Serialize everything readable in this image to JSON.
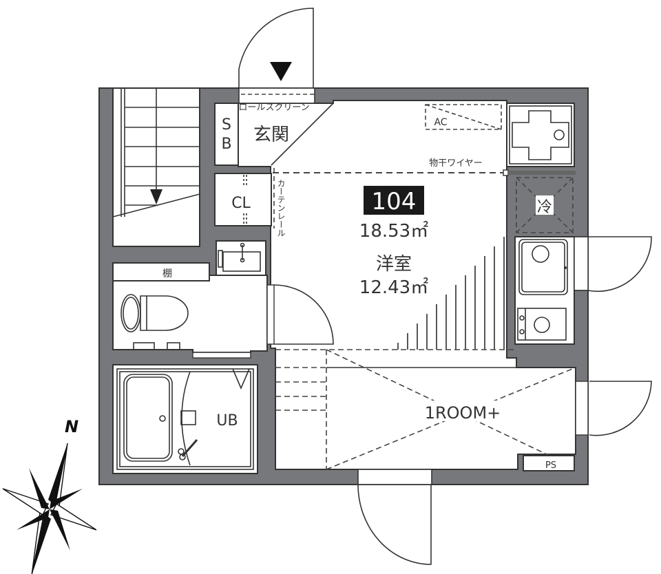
{
  "plan": {
    "unit_number": "104",
    "total_area": "18.53㎡",
    "layout_type": "1ROOM+",
    "colors": {
      "wall": "#76787b",
      "room": "#ffffff",
      "line": "#333333",
      "unit_badge_bg": "#1a1a1a",
      "unit_badge_text": "#ffffff"
    }
  },
  "rooms": {
    "main_room": {
      "name": "洋室",
      "area": "12.43㎡"
    },
    "entrance": {
      "name": "玄関",
      "note": "ロールスクリーン"
    },
    "shoe_box": {
      "name": "SB"
    },
    "closet": {
      "name": "CL"
    },
    "shelf": {
      "name": "棚"
    },
    "bath": {
      "name": "UB"
    },
    "pipe_space": {
      "name": "PS"
    },
    "loft": {
      "name": "1ROOM+"
    }
  },
  "fixtures": {
    "air_conditioner": "AC",
    "laundry_wire": "物干ワイヤー",
    "refrigerator": "冷",
    "curtain_rail": "カーテンレール"
  },
  "compass": {
    "north_label": "N"
  }
}
